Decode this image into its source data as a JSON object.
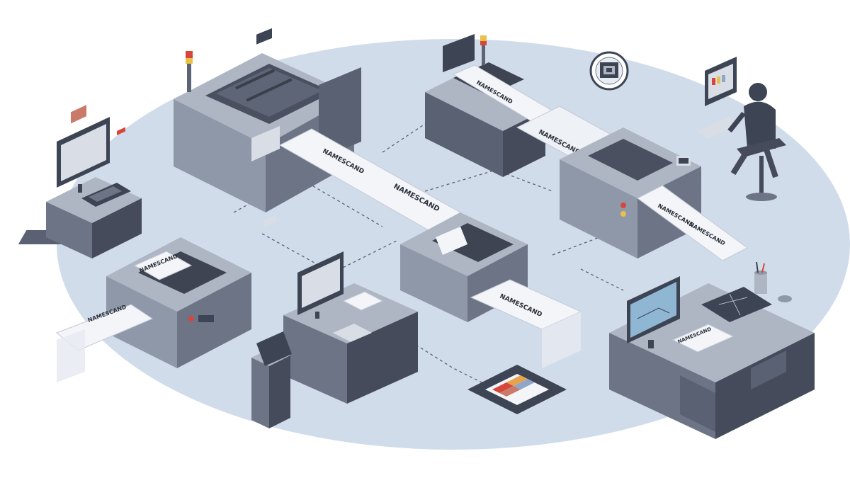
{
  "card_label": "NAMESCAND",
  "card_labels": {
    "feed_main": "NAMESCAND",
    "mid_printer": "NAMESCAND",
    "top_right_a": "NAMESCAND",
    "top_right_b": "NAMESCAND",
    "right_output": "NAMESCAND",
    "right_output_2": "NAMESCAND",
    "left_output": "NAMESCAND",
    "left_printer": "NAMESCAND",
    "center_output": "NAMESCAND",
    "desk_card": "NAMESCAND"
  },
  "colors": {
    "floor": "#c7d4e6",
    "machine_light": "#9aa4b5",
    "machine_mid": "#6f7789",
    "machine_dark": "#454b5a",
    "paper": "#f3f5f9",
    "accent_red": "#d8463b",
    "accent_yellow": "#e8c14a"
  },
  "icons": [
    "network-icon",
    "monitor-icon",
    "keypad-icon",
    "color-swatch-icon",
    "pencil-cup-icon"
  ]
}
